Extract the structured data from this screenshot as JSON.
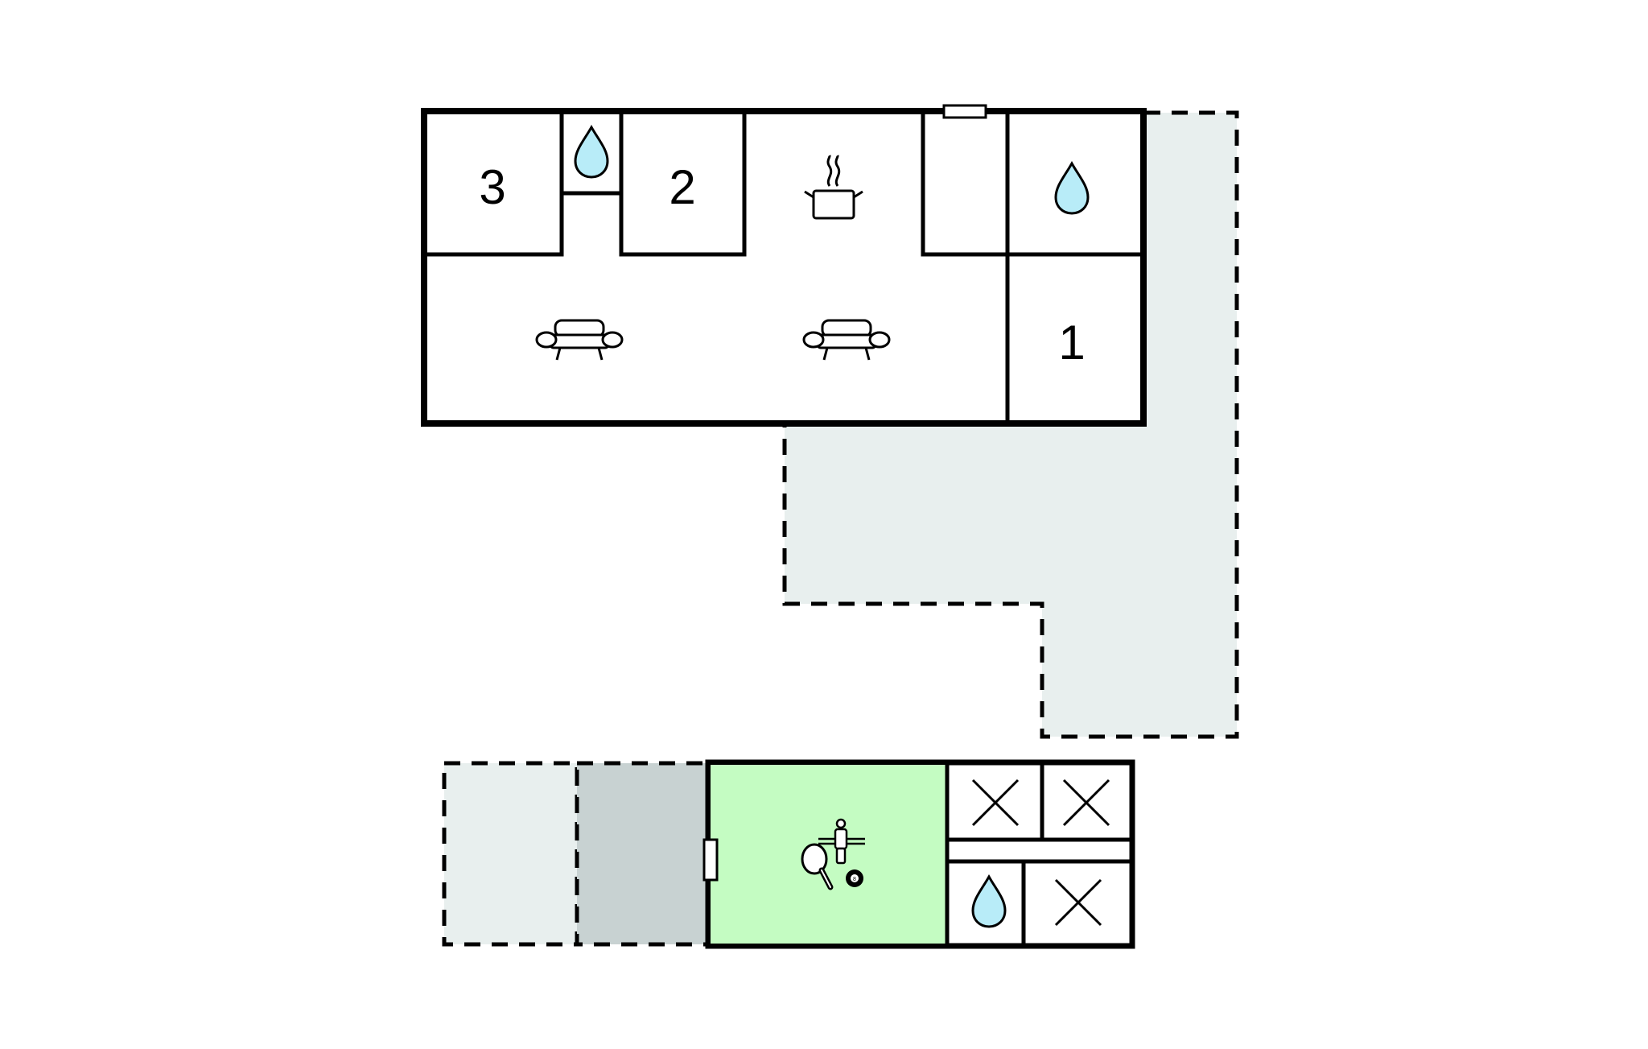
{
  "colors": {
    "wall": "#000000",
    "terrace": "#e8efee",
    "covered_terrace": "#c8d2d2",
    "game_room": "#c4fcc2",
    "water": "#b8ecf8",
    "background": "#ffffff"
  },
  "rooms": {
    "bedroom_3": {
      "label": "3"
    },
    "bedroom_2": {
      "label": "2"
    },
    "bedroom_1": {
      "label": "1"
    }
  },
  "icons": [
    "water-drop-icon",
    "cooking-pot-icon",
    "sofa-icon",
    "table-tennis-icon",
    "foosball-icon",
    "billiard-ball-icon",
    "cross-mark-icon"
  ]
}
